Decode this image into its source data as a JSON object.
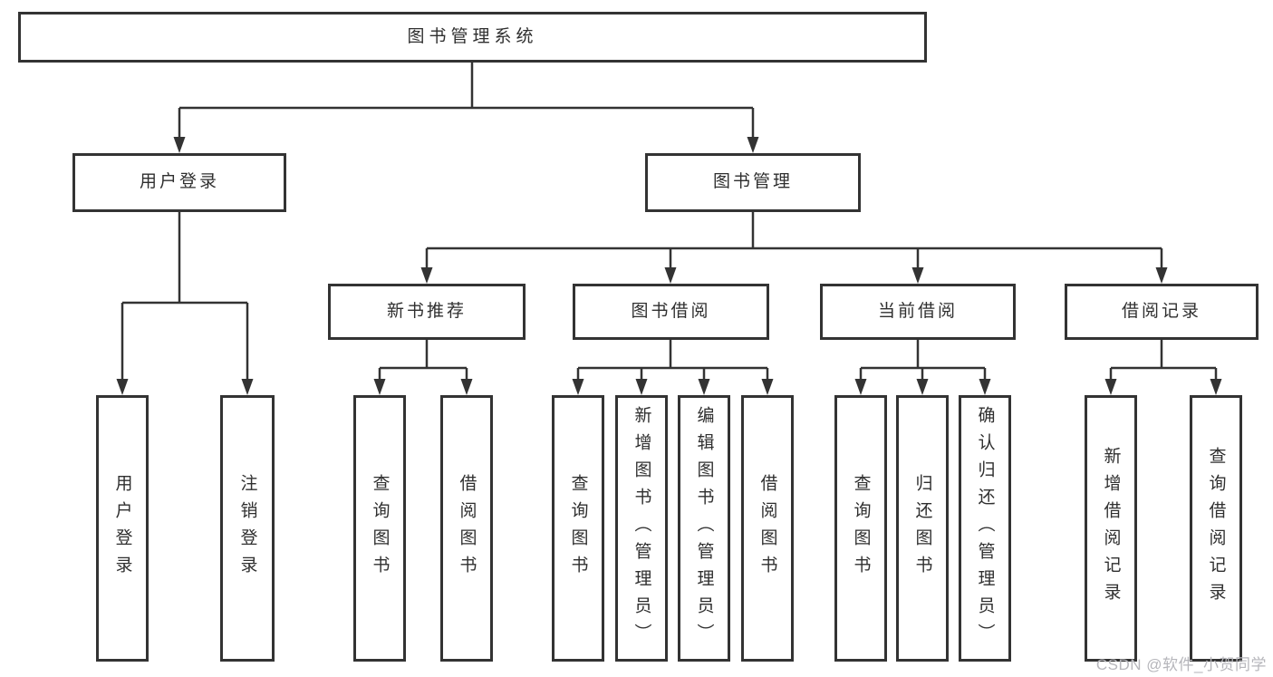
{
  "diagram": {
    "tree": {
      "root": {
        "label": "图书管理系统"
      },
      "children": [
        {
          "label": "用户登录",
          "children": [
            {
              "label": "用户登录"
            },
            {
              "label": "注销登录"
            }
          ]
        },
        {
          "label": "图书管理",
          "children": [
            {
              "label": "新书推荐",
              "children": [
                {
                  "label": "查询图书"
                },
                {
                  "label": "借阅图书"
                }
              ]
            },
            {
              "label": "图书借阅",
              "children": [
                {
                  "label": "查询图书"
                },
                {
                  "label": "新增图书（管理员）"
                },
                {
                  "label": "编辑图书（管理员）"
                },
                {
                  "label": "借阅图书"
                }
              ]
            },
            {
              "label": "当前借阅",
              "children": [
                {
                  "label": "查询图书"
                },
                {
                  "label": "归还图书"
                },
                {
                  "label": "确认归还（管理员）"
                }
              ]
            },
            {
              "label": "借阅记录",
              "children": [
                {
                  "label": "新增借阅记录"
                },
                {
                  "label": "查询借阅记录"
                }
              ]
            }
          ]
        }
      ]
    },
    "colors": {
      "line": "#333333",
      "box_border": "#333333",
      "text": "#2f2f2f",
      "watermark": "#b6b6bb",
      "background": "#ffffff"
    }
  },
  "watermark": {
    "text": "CSDN @软件_小贺同学"
  }
}
